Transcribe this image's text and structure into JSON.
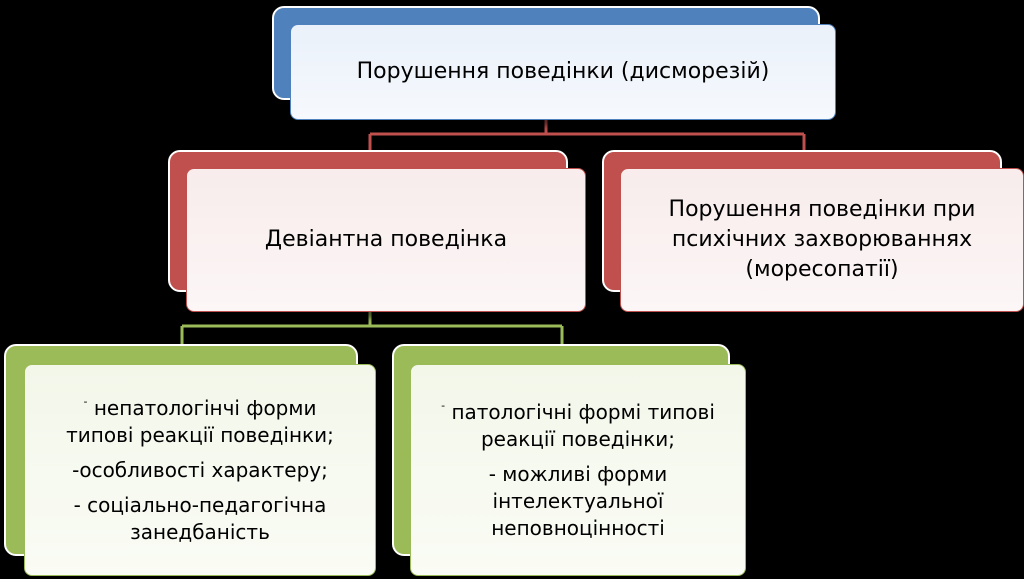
{
  "diagram": {
    "root": {
      "label": "Порушення поведінки (дисморезій)"
    },
    "deviant": {
      "label": "Девіантна поведінка"
    },
    "mental": {
      "lines": [
        "Порушення поведінки при",
        "психічних захворюваннях",
        "(моресопатії)"
      ]
    },
    "non_pathological": {
      "lead_dash": "-",
      "line1": "непатологінчі форми",
      "line2": "типові реакції поведінки;",
      "line3": "-особливості характеру;",
      "line4": "- соціально-педагогічна",
      "line5": "занедбаність"
    },
    "pathological": {
      "lead_dash": "-",
      "line1": "патологічні формі типові",
      "line2": "реакції поведінки;",
      "line3": "- можливі форми",
      "line4": "інтелектуальної",
      "line5": "неповноцінності"
    },
    "colors": {
      "root_accent": "#4f81bd",
      "level2_accent": "#c0504d",
      "level3_accent": "#9bbb59",
      "background": "#000000"
    }
  }
}
